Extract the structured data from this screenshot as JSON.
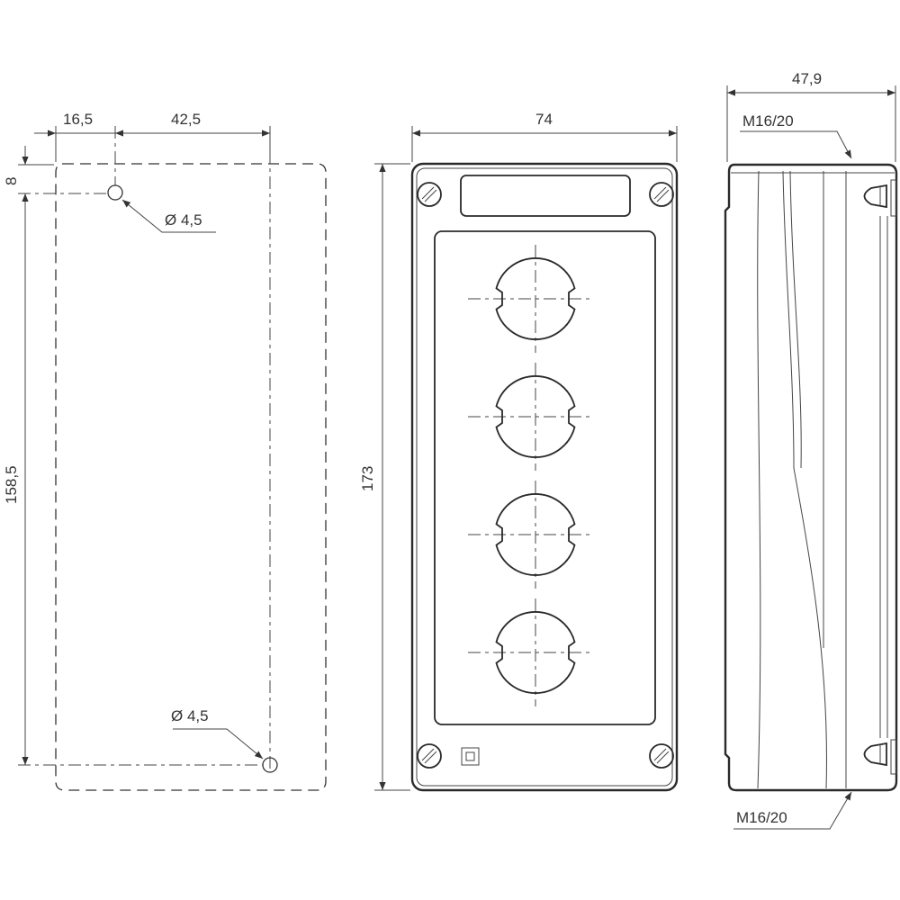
{
  "colors": {
    "line": "#333333",
    "background": "#ffffff"
  },
  "rear_view": {
    "dim_offset_left": "16,5",
    "dim_hole_spacing_x": "42,5",
    "dim_offset_top": "8",
    "dim_hole_spacing_y": "158,5",
    "hole_top_label": "Ø 4,5",
    "hole_bottom_label": "Ø 4,5"
  },
  "front_view": {
    "width_label": "74",
    "height_label": "173"
  },
  "side_view": {
    "depth_label": "47,9",
    "gland_top_label": "M16/20",
    "gland_bottom_label": "M16/20"
  }
}
